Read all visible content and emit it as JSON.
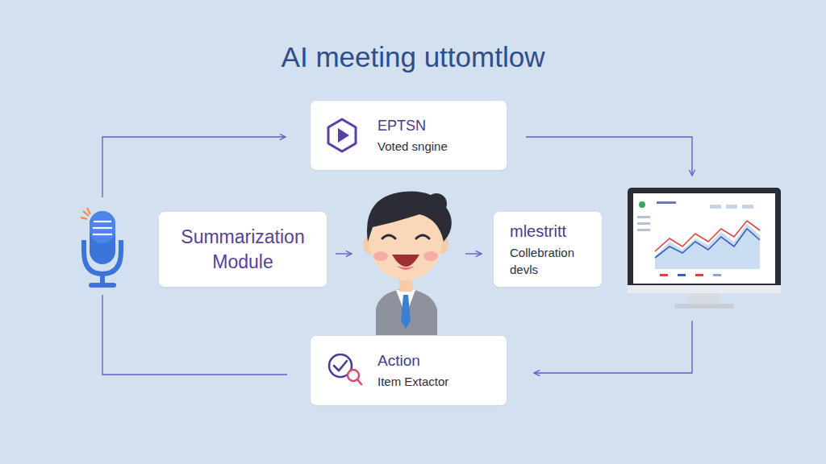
{
  "diagram": {
    "title": "AI meeting uttomtlow",
    "nodes": [
      {
        "text": [
          "EPTSN",
          "Voted sngine"
        ]
      },
      {
        "text": [
          "Summarization Module"
        ]
      },
      {
        "text": [
          "mlestritt",
          "Collebration devls"
        ]
      },
      {
        "text": [
          "Action",
          "Item Extactor"
        ]
      }
    ]
  }
}
